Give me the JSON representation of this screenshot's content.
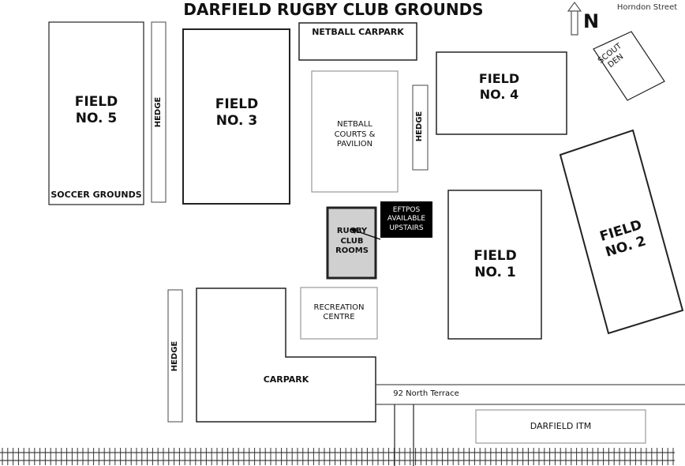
{
  "title": "DARFIELD RUGBY CLUB GROUNDS",
  "north": "N",
  "street_top": "Horndon Street",
  "street_bottom": "92 North Terrace",
  "areas": {
    "field5": "FIELD NO. 5",
    "soccer": "SOCCER GROUNDS",
    "field3": "FIELD NO. 3",
    "netball_carpark": "NETBALL CARPARK",
    "netball_courts": "NETBALL COURTS & PAVILION",
    "field4": "FIELD NO. 4",
    "scout": "SCOUT DEN",
    "field2": "FIELD NO. 2",
    "field1": "FIELD NO. 1",
    "rugby_rooms": "RUGBY CLUB ROOMS",
    "eftpos": "EFTPOS AVAILABLE UPSTAIRS",
    "recreation": "RECREATION CENTRE",
    "carpark": "CARPARK",
    "itm": "DARFIELD ITM",
    "hedge": "HEDGE"
  }
}
